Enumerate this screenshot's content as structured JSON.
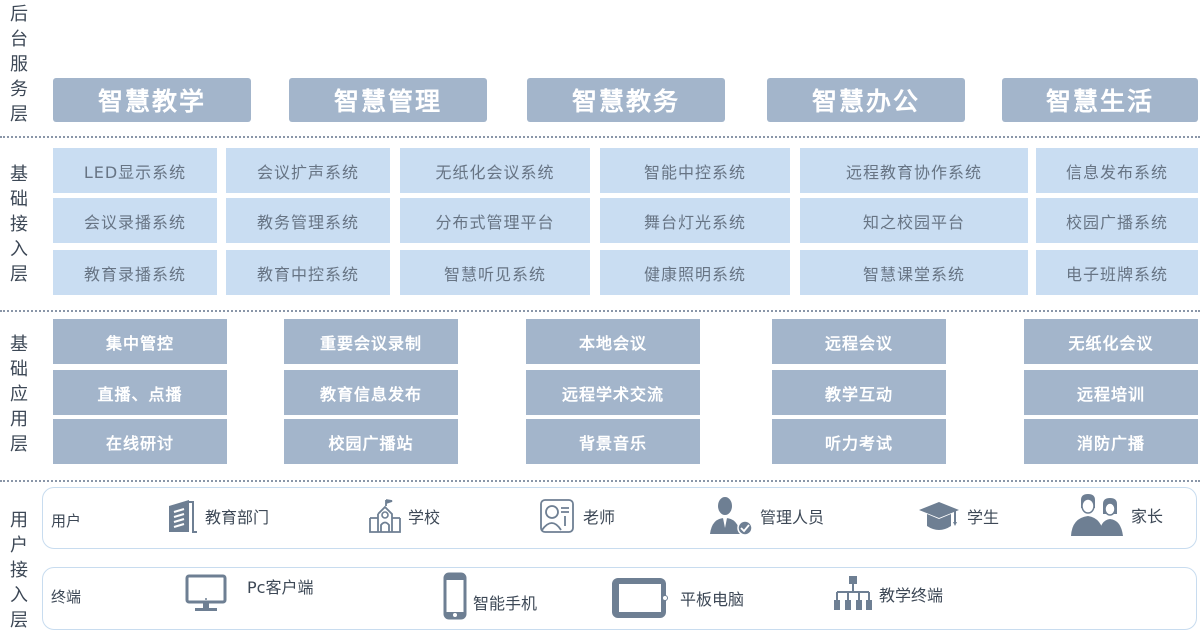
{
  "layers": {
    "backend": "后台服务层",
    "access": "基础接入层",
    "application": "基础应用层",
    "user_access": "用户接入层"
  },
  "services": [
    "智慧教学",
    "智慧管理",
    "智慧教务",
    "智慧办公",
    "智慧生活"
  ],
  "systems": [
    [
      "LED显示系统",
      "会议扩声系统",
      "无纸化会议系统",
      "智能中控系统",
      "远程教育协作系统",
      "信息发布系统"
    ],
    [
      "会议录播系统",
      "教务管理系统",
      "分布式管理平台",
      "舞台灯光系统",
      "知之校园平台",
      "校园广播系统"
    ],
    [
      "教育录播系统",
      "教育中控系统",
      "智慧听见系统",
      "健康照明系统",
      "智慧课堂系统",
      "电子班牌系统"
    ]
  ],
  "applications": [
    [
      "集中管控",
      "重要会议录制",
      "本地会议",
      "远程会议",
      "无纸化会议"
    ],
    [
      "直播、点播",
      "教育信息发布",
      "远程学术交流",
      "教学互动",
      "远程培训"
    ],
    [
      "在线研讨",
      "校园广播站",
      "背景音乐",
      "听力考试",
      "消防广播"
    ]
  ],
  "users": {
    "title": "用户",
    "items": [
      {
        "label": "教育部门",
        "icon": "building-icon"
      },
      {
        "label": "学校",
        "icon": "school-icon"
      },
      {
        "label": "老师",
        "icon": "teacher-icon"
      },
      {
        "label": "管理人员",
        "icon": "admin-icon"
      },
      {
        "label": "学生",
        "icon": "graduation-cap-icon"
      },
      {
        "label": "家长",
        "icon": "parents-icon"
      }
    ]
  },
  "terminals": {
    "title": "终端",
    "items": [
      {
        "label": "Pc客户端",
        "icon": "monitor-icon"
      },
      {
        "label": "智能手机",
        "icon": "smartphone-icon"
      },
      {
        "label": "平板电脑",
        "icon": "tablet-icon"
      },
      {
        "label": "教学终端",
        "icon": "network-hierarchy-icon"
      }
    ]
  },
  "colors": {
    "service_fill": "#a3b5cb",
    "system_fill": "#c9ddf2",
    "icon": "#6e7f93"
  }
}
